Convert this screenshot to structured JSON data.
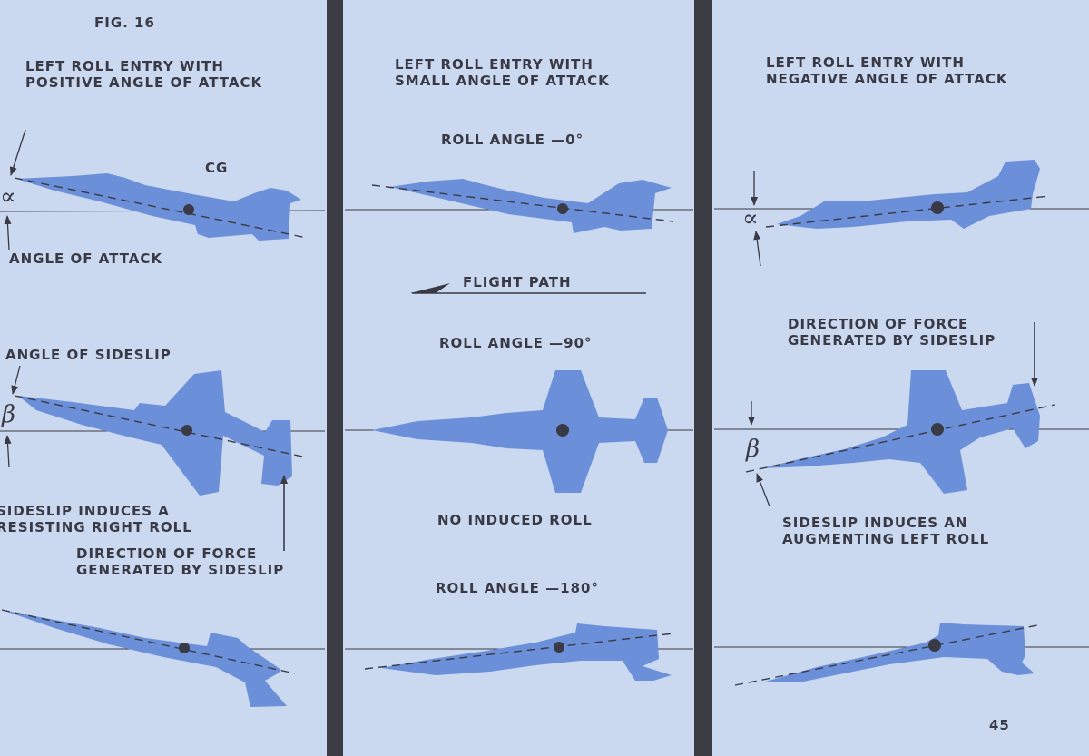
{
  "figure_label": "FIG. 16",
  "page_number": "45",
  "symbols": {
    "alpha": "∝",
    "beta": "β"
  },
  "colors": {
    "aircraft": "#6b8fd9",
    "background": "#cad9ef",
    "ink": "#3a3a46",
    "gutter": "#3c3c44"
  },
  "left_panel": {
    "title": "LEFT ROLL ENTRY WITH\nPOSITIVE ANGLE OF ATTACK",
    "cg_label": "CG",
    "angle_of_attack_label": "ANGLE OF ATTACK",
    "angle_of_sideslip_label": "ANGLE OF SIDESLIP",
    "sideslip_effect": "SIDESLIP INDUCES A\nRESISTING RIGHT ROLL",
    "force_direction": "DIRECTION OF FORCE\nGENERATED BY SIDESLIP"
  },
  "center_panel": {
    "title": "LEFT ROLL ENTRY WITH\nSMALL ANGLE OF ATTACK",
    "roll_0": "ROLL ANGLE —0°",
    "flight_path": "FLIGHT PATH",
    "roll_90": "ROLL ANGLE —90°",
    "no_roll": "NO INDUCED ROLL",
    "roll_180": "ROLL ANGLE —180°"
  },
  "right_panel": {
    "title": "LEFT ROLL ENTRY WITH\nNEGATIVE ANGLE OF ATTACK",
    "force_direction": "DIRECTION OF FORCE\nGENERATED BY SIDESLIP",
    "sideslip_effect": "SIDESLIP INDUCES AN\nAUGMENTING LEFT ROLL"
  }
}
